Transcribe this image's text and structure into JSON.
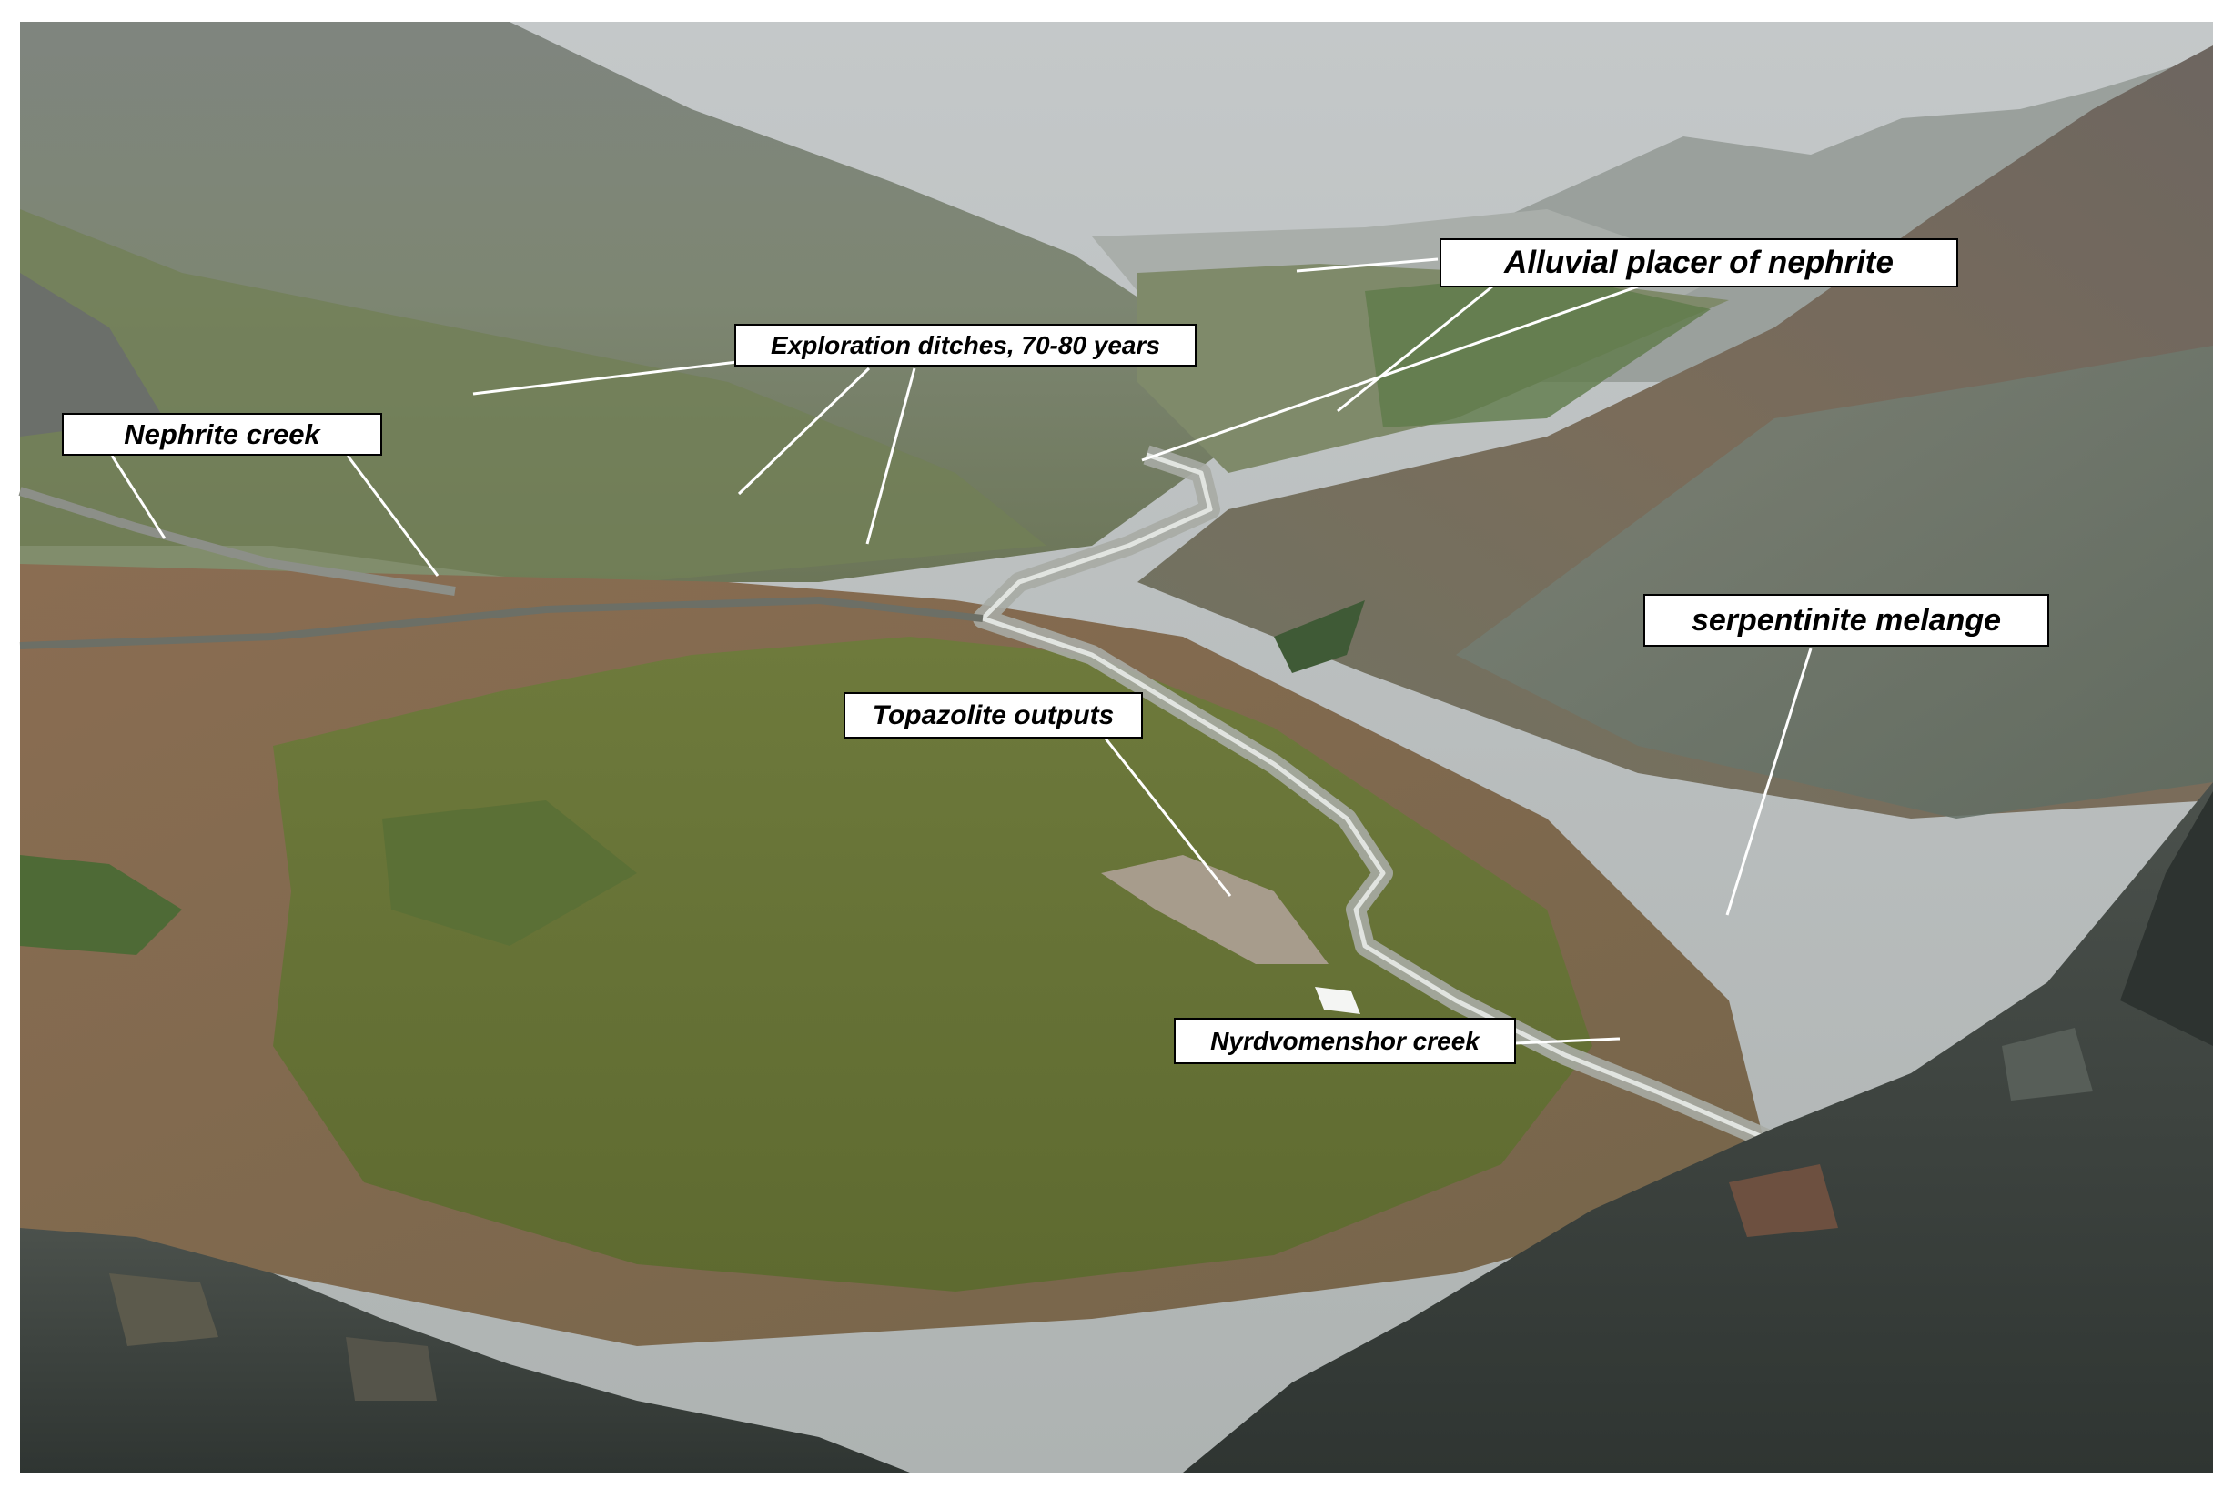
{
  "labels": {
    "alluvial": "Alluvial placer of nephrite",
    "exploration": "Exploration ditches, 70-80 years",
    "nephrite_creek": "Nephrite creek",
    "serpentinite": "serpentinite melange",
    "topazolite": "Topazolite outputs",
    "nyrdvomenshor": "Nyrdvomenshor creek"
  },
  "colors": {
    "sky": "#b7bbbc",
    "slope_grey": "#8a8e86",
    "meadow_green": "#6f7a3a",
    "tundra_brown": "#8c6a4c",
    "rock_dark": "#3e4540",
    "label_bg": "#ffffff",
    "leader_line": "#ffffff"
  }
}
